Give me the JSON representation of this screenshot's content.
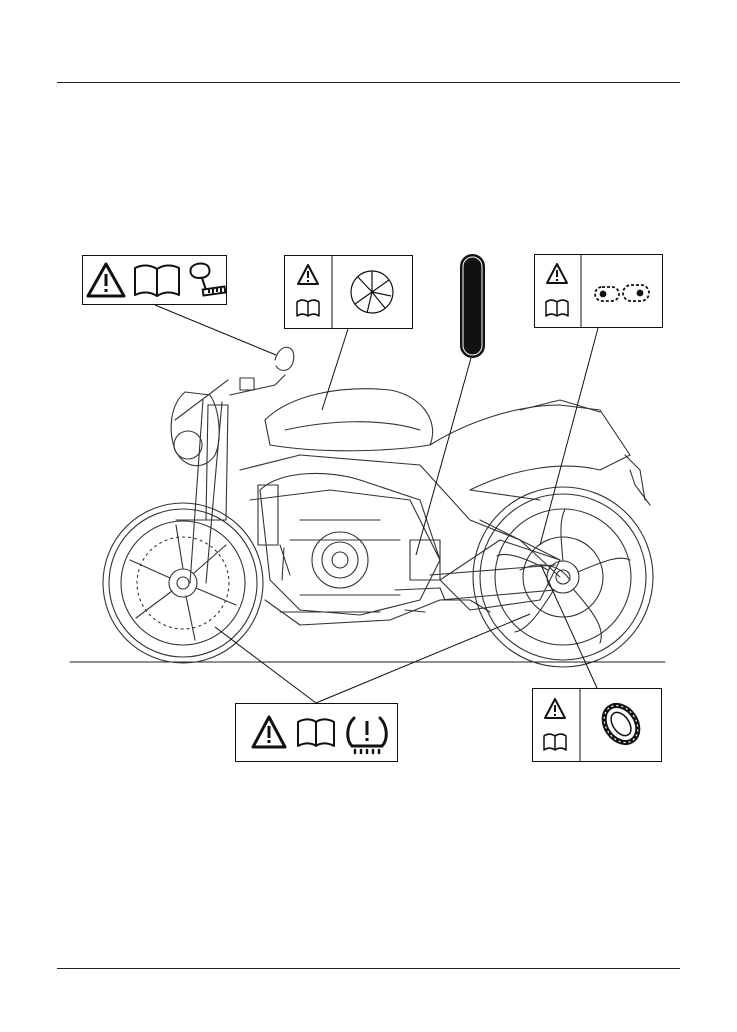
{
  "page": {
    "header_rule": true,
    "footer_rule": true
  },
  "labels": [
    {
      "id": "mirror-warning-label",
      "icons": [
        "warning-triangle-icon",
        "owners-manual-icon",
        "mirror-icon"
      ]
    },
    {
      "id": "fuel-tank-warning-label",
      "icons": [
        "warning-triangle-icon",
        "owners-manual-icon",
        "fuel-pie-icon"
      ]
    },
    {
      "id": "frame-sticker-label",
      "icons": [
        "vertical-black-sticker-icon"
      ]
    },
    {
      "id": "chain-warning-label",
      "icons": [
        "warning-triangle-icon",
        "owners-manual-icon",
        "chain-link-icon"
      ]
    },
    {
      "id": "tyre-pressure-warning-label",
      "icons": [
        "warning-triangle-icon",
        "owners-manual-icon",
        "tpms-icon"
      ]
    },
    {
      "id": "tyre-warning-label",
      "icons": [
        "warning-triangle-icon",
        "owners-manual-icon",
        "tyre-icon"
      ]
    }
  ],
  "colors": {
    "line": "#111111",
    "bike_line": "#333333",
    "background": "#ffffff",
    "sticker": "#111111"
  }
}
